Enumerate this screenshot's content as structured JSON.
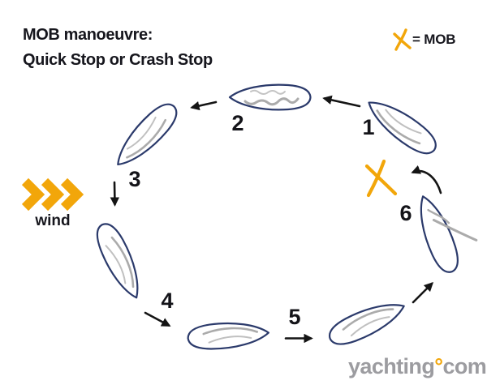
{
  "title": {
    "line1": "MOB manoeuvre:",
    "line2": "Quick Stop or Crash Stop"
  },
  "legend": {
    "symbol": "X",
    "symbol_icon": "mob-x-icon",
    "label": "= MOB"
  },
  "wind": {
    "label": "wind",
    "icon": "wind-chevrons-icon"
  },
  "steps": [
    {
      "label": "1"
    },
    {
      "label": "2"
    },
    {
      "label": "3"
    },
    {
      "label": "4"
    },
    {
      "label": "5"
    },
    {
      "label": "6"
    }
  ],
  "mob": {
    "marker": "X",
    "icon": "mob-x-icon"
  },
  "logo": {
    "prefix": "yachting",
    "degree": "°",
    "suffix": "com"
  },
  "colors": {
    "accent_orange": "#F2A60A",
    "hull_navy": "#2B3A6B",
    "sail_gray": "#ABABAB",
    "text_dark": "#16161D",
    "logo_gray": "#9C9CA0",
    "arrow_black": "#141414"
  }
}
